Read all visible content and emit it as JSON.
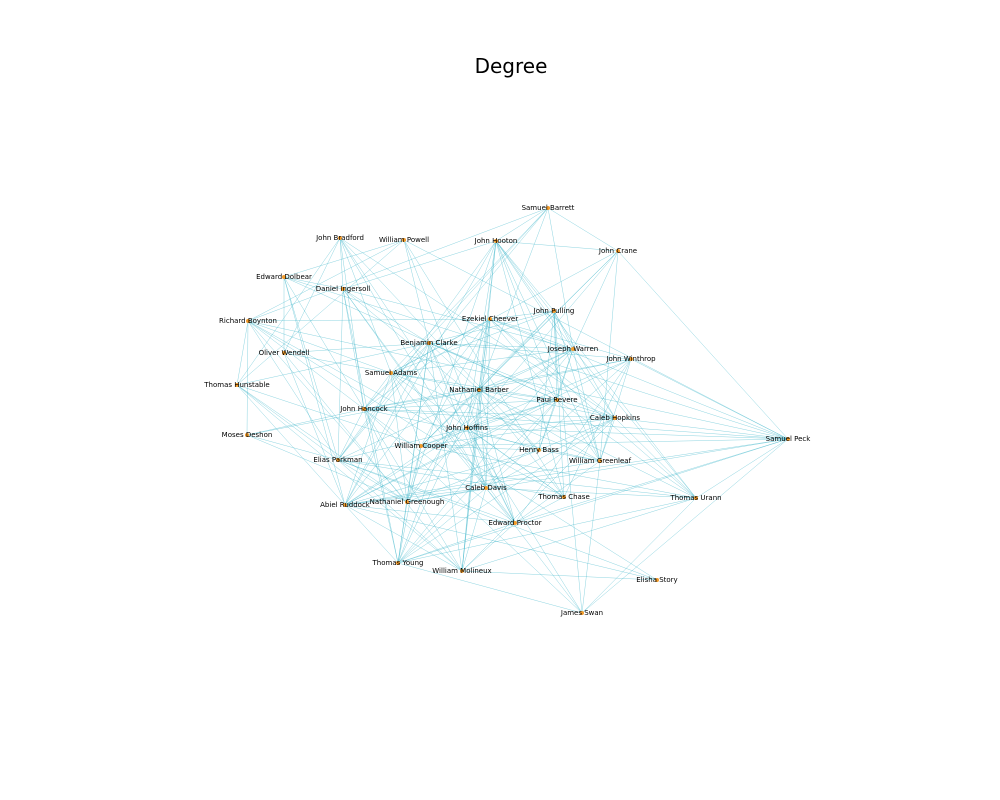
{
  "title": "Degree",
  "colors": {
    "edge": "#31b0c6",
    "node": "#f39c2b",
    "label": "#000000",
    "background": "#ffffff"
  },
  "nodes": [
    {
      "id": "samuel_barrett",
      "label": "Samuel Barrett"
    },
    {
      "id": "john_bradford",
      "label": "John Bradford"
    },
    {
      "id": "william_powell",
      "label": "William Powell"
    },
    {
      "id": "john_hooton",
      "label": "John Hooton"
    },
    {
      "id": "john_crane",
      "label": "John Crane"
    },
    {
      "id": "edward_dolbear",
      "label": "Edward Dolbear"
    },
    {
      "id": "daniel_ingersoll",
      "label": "Daniel Ingersoll"
    },
    {
      "id": "john_pulling",
      "label": "John Pulling"
    },
    {
      "id": "ezekiel_cheever",
      "label": "Ezekiel Cheever"
    },
    {
      "id": "richard_boynton",
      "label": "Richard Boynton"
    },
    {
      "id": "benjamin_clarke",
      "label": "Benjamin Clarke"
    },
    {
      "id": "joseph_warren",
      "label": "Joseph Warren"
    },
    {
      "id": "oliver_wendell",
      "label": "Oliver Wendell"
    },
    {
      "id": "john_winthrop",
      "label": "John Winthrop"
    },
    {
      "id": "samuel_adams",
      "label": "Samuel Adams"
    },
    {
      "id": "thomas_hunstable",
      "label": "Thomas Hunstable"
    },
    {
      "id": "nathaniel_barber",
      "label": "Nathaniel Barber"
    },
    {
      "id": "paul_revere",
      "label": "Paul Revere"
    },
    {
      "id": "john_hancock",
      "label": "John Hancock"
    },
    {
      "id": "caleb_hopkins",
      "label": "Caleb Hopkins"
    },
    {
      "id": "john_hoffins",
      "label": "John Hoffins"
    },
    {
      "id": "moses_deshon",
      "label": "Moses Deshon"
    },
    {
      "id": "samuel_peck",
      "label": "Samuel Peck"
    },
    {
      "id": "william_cooper",
      "label": "William Cooper"
    },
    {
      "id": "henry_bass",
      "label": "Henry Bass"
    },
    {
      "id": "elias_parkman",
      "label": "Elias Parkman"
    },
    {
      "id": "william_greenleaf",
      "label": "William Greenleaf"
    },
    {
      "id": "caleb_davis",
      "label": "Caleb Davis"
    },
    {
      "id": "thomas_chase",
      "label": "Thomas Chase"
    },
    {
      "id": "thomas_urann",
      "label": "Thomas Urann"
    },
    {
      "id": "abiel_ruddock",
      "label": "Abiel Ruddock"
    },
    {
      "id": "nathaniel_greenough",
      "label": "Nathaniel Greenough"
    },
    {
      "id": "edward_proctor",
      "label": "Edward Proctor"
    },
    {
      "id": "thomas_young",
      "label": "Thomas Young"
    },
    {
      "id": "william_molineux",
      "label": "William Molineux"
    },
    {
      "id": "elisha_story",
      "label": "Elisha Story"
    },
    {
      "id": "james_swan",
      "label": "James Swan"
    }
  ]
}
